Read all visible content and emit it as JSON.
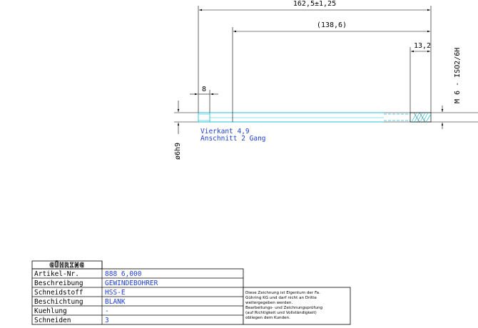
{
  "drawing": {
    "dimensions": {
      "overall_length": "162,5±1,25",
      "reference_length": "(138,6)",
      "thread_length": "13,2",
      "shank_flat": "8",
      "thread_spec": "M 6 - ISO2/6H",
      "shank_diameter": "ø6h9"
    },
    "notes": {
      "line1": "Vierkant 4,9",
      "line2": "Anschnitt 2 Gang"
    }
  },
  "title_block": {
    "logo": "GÜHRING",
    "rows": [
      {
        "label": "Artikel-Nr.",
        "value": "888 6,000"
      },
      {
        "label": "Beschreibung",
        "value": "GEWINDEBOHRER"
      },
      {
        "label": "Schneidstoff",
        "value": "HSS-E"
      },
      {
        "label": "Beschichtung",
        "value": "BLANK"
      },
      {
        "label": "Kuehlung",
        "value": "-"
      },
      {
        "label": "Schneiden",
        "value": "3"
      }
    ],
    "legal_lines": [
      "Diese Zeichnung ist Eigentum der Fa.",
      "Gühring KG und darf nicht an Dritte",
      "weitergegeben werden.",
      "Bearbeitungs- und Zeichnungsprüfung",
      "(auf Richtigkeit und Vollständigkeit)",
      "obliegen dem Kunden."
    ]
  },
  "colors": {
    "line": "#000000",
    "cyan": "#22c3dd",
    "blue": "#1f3fd0"
  }
}
